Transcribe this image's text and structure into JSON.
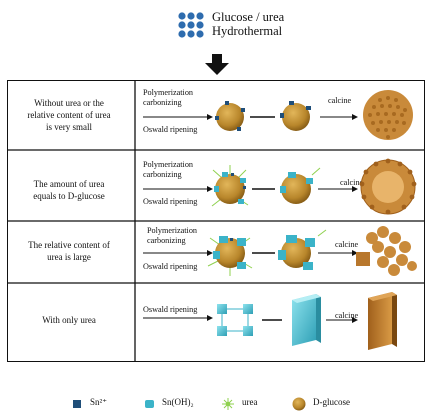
{
  "header": {
    "line1": "Glucose / urea",
    "line2": "Hydrothermal"
  },
  "rows": [
    {
      "condition_lines": [
        "Without urea or the",
        "relative content of urea",
        "is very small"
      ],
      "process_top": [
        "Polymerization",
        "carbonizing"
      ],
      "process_bottom": "Oswald ripening",
      "step_label": "calcine"
    },
    {
      "condition_lines": [
        "The amount of urea",
        "equals to D-glucose"
      ],
      "process_top": [
        "Polymerization",
        "carbonizing"
      ],
      "process_bottom": "Oswald ripening",
      "step_label": "calcine"
    },
    {
      "condition_lines": [
        "The relative content of",
        "urea is large"
      ],
      "process_top": [
        "Polymerization",
        "carbonizing"
      ],
      "process_bottom": "Oswald ripening",
      "step_label": "calcine"
    },
    {
      "condition_lines": [
        "With only urea"
      ],
      "process_top": [
        "Oswald ripening"
      ],
      "process_bottom": "",
      "step_label": "calcine"
    }
  ],
  "legend": {
    "items": [
      {
        "label": "Sn²⁺",
        "icon": "dark-blue-square-icon",
        "color": "#1f4e79"
      },
      {
        "label": "Sn(OH)₂",
        "icon": "teal-blob-icon",
        "color": "#3bb3c8"
      },
      {
        "label": "urea",
        "icon": "green-star-icon",
        "color": "#8fd14f"
      },
      {
        "label": "D-glucose",
        "icon": "brown-sphere-icon",
        "color": "#b8862b"
      }
    ]
  },
  "colors": {
    "sphere": "#b8862b",
    "sphere_dark": "#8a5f17",
    "sn_dark": "#1f4e79",
    "snoh": "#3bb3c8",
    "urea": "#8fd14f",
    "product": "#c98a3a"
  }
}
